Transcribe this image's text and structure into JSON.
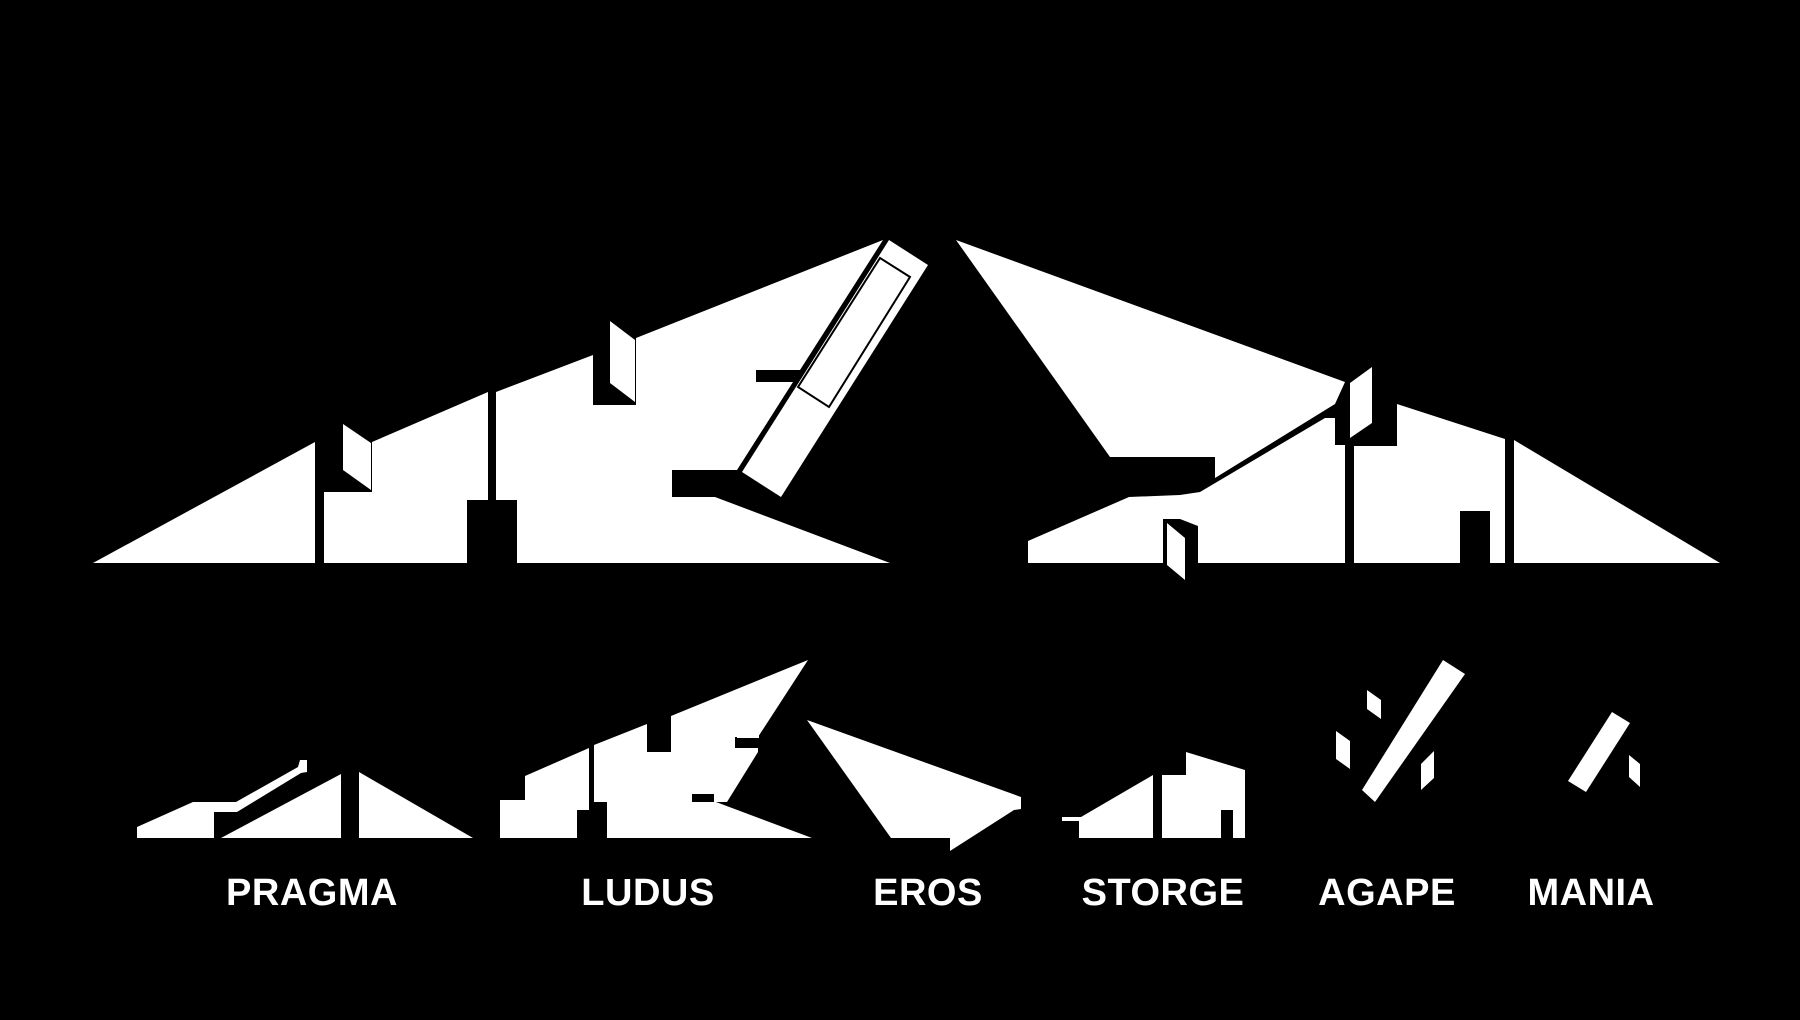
{
  "colors": {
    "background": "#000000",
    "foreground": "#ffffff"
  },
  "categories": [
    {
      "key": "pragma",
      "label": "PRAGMA"
    },
    {
      "key": "ludus",
      "label": "LUDUS"
    },
    {
      "key": "eros",
      "label": "EROS"
    },
    {
      "key": "storge",
      "label": "STORGE"
    },
    {
      "key": "agape",
      "label": "AGAPE"
    },
    {
      "key": "mania",
      "label": "MANIA"
    }
  ]
}
